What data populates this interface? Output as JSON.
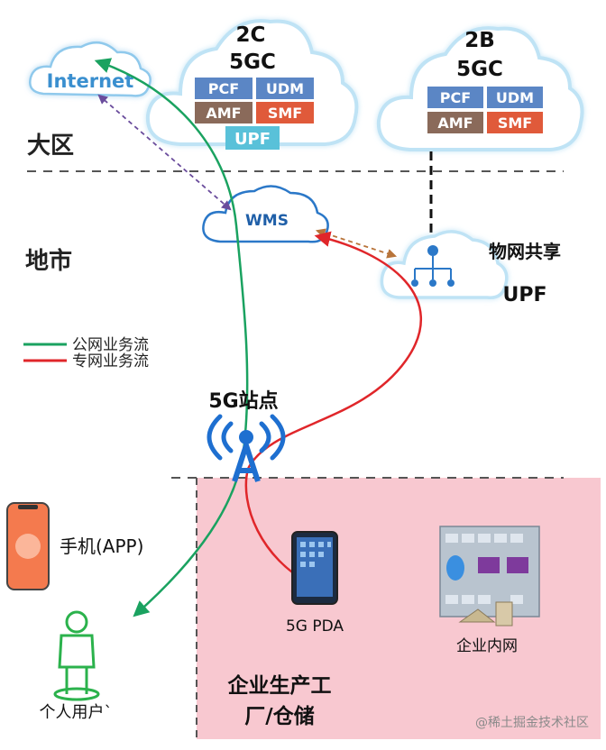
{
  "regions": {
    "region_label": "大区",
    "city_label": "地市"
  },
  "cloud_2c": {
    "title_line1": "2C",
    "title_line2": "5GC",
    "nfs": [
      "PCF",
      "UDM",
      "AMF",
      "SMF"
    ],
    "upf": "UPF"
  },
  "cloud_2b": {
    "title_line1": "2B",
    "title_line2": "5GC",
    "nfs": [
      "PCF",
      "UDM",
      "AMF",
      "SMF"
    ]
  },
  "internet": {
    "label": "Internet"
  },
  "wms": {
    "label": "WMS"
  },
  "shared_upf": {
    "label_line1": "物网共享",
    "label_line2": "UPF"
  },
  "legend": {
    "public_flow": "公网业务流",
    "private_flow": "专网业务流",
    "public_color": "#1aa260",
    "private_color": "#e0262a"
  },
  "base_station": {
    "label": "5G站点"
  },
  "phone": {
    "label": "手机(APP)"
  },
  "personal_user": {
    "label": "个人用户`"
  },
  "enterprise": {
    "label_line1": "企业生产工",
    "label_line2": "厂/仓储",
    "pda_label": "5G PDA",
    "intranet_label": "企业内网"
  },
  "watermark": "@稀土掘金技术社区",
  "colors": {
    "nf_blue": "#5b86c5",
    "nf_brown": "#8a6a5a",
    "nf_red": "#e05a3a",
    "upf_teal": "#59c1d9",
    "cloud_glow": "#bfe3f5",
    "enterprise_bg": "#f8c8d0",
    "icon_blue": "#1e6fd0",
    "user_green": "#2bb24c"
  }
}
